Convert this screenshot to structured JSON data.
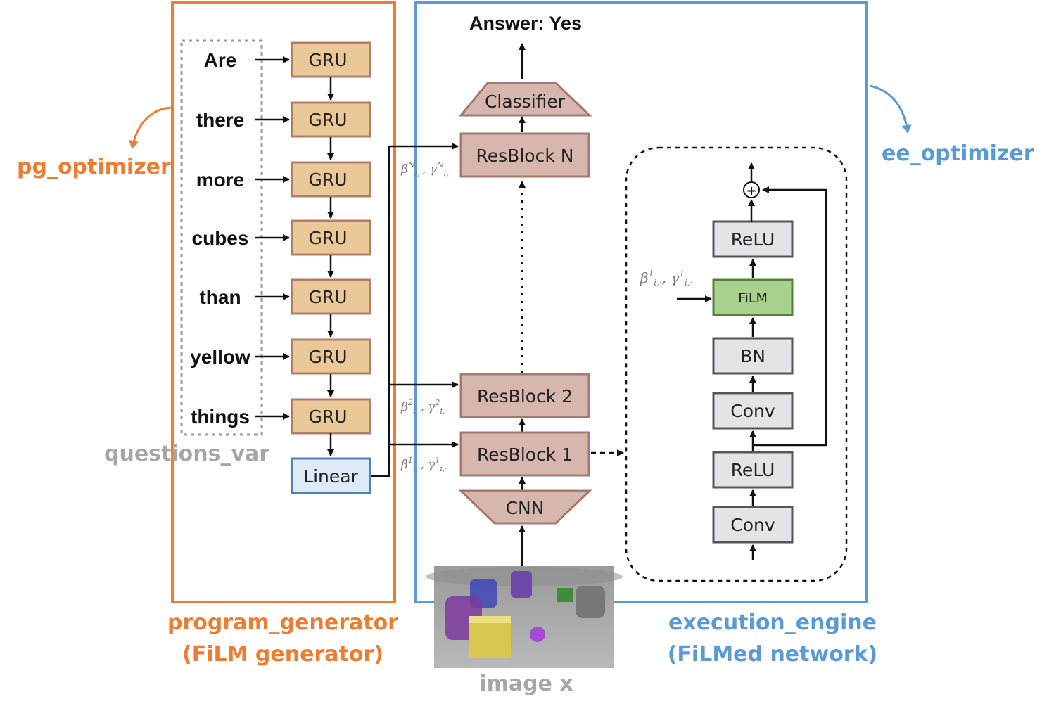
{
  "title": "Answer: Yes",
  "labels": {
    "pg_optimizer": "pg_optimizer",
    "ee_optimizer": "ee_optimizer",
    "questions_var": "questions_var",
    "program_generator": "program_generator",
    "film_generator": "(FiLM generator)",
    "execution_engine": "execution_engine",
    "filmed_network": "(FiLMed network)",
    "image_x": "image x"
  },
  "question_words": [
    "Are",
    "there",
    "more",
    "cubes",
    "than",
    "yellow",
    "things"
  ],
  "gru_label": "GRU",
  "linear_label": "Linear",
  "blocks": {
    "classifier": "Classifier",
    "resblock_n": "ResBlock N",
    "resblock_2": "ResBlock 2",
    "resblock_1": "ResBlock 1",
    "cnn": "CNN"
  },
  "film_params": {
    "n": "β_{i,·}^N , γ_{i,·}^N",
    "two": "β_{i,·}^2 , γ_{i,·}^2",
    "one": "β_{i,·}^1 , γ_{i,·}^1",
    "detail": "β_{i,·}^1 , γ_{i,·}^1"
  },
  "detail_stack": [
    "ReLU",
    "FiLM",
    "BN",
    "Conv",
    "ReLU",
    "Conv"
  ],
  "colors": {
    "orange": "#ED7D31",
    "blue": "#5B9BD5",
    "gray": "#A6A6A6",
    "gru_fill": "#EAC897",
    "gru_stroke": "#B07E6A",
    "res_fill": "#D7B6AE",
    "res_stroke": "#A47A70",
    "film_fill": "#A9D18E",
    "film_stroke": "#538135",
    "linear_fill": "#DEEBF7",
    "linear_stroke": "#4F81BD",
    "detail_fill": "#E4E4E8",
    "detail_stroke": "#555555"
  }
}
